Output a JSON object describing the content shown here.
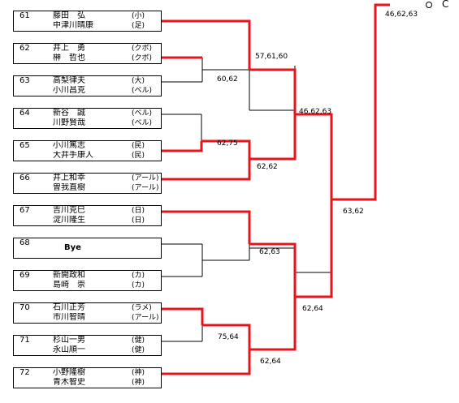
{
  "entries": [
    {
      "seed": "61",
      "p1": "藤田　弘",
      "t1": "(小)",
      "p2": "中津川晴康",
      "t2": "(足)"
    },
    {
      "seed": "62",
      "p1": "井上　勇",
      "t1": "(クボ)",
      "p2": "榊　哲也",
      "t2": "(クボ)"
    },
    {
      "seed": "63",
      "p1": "高梨律夫",
      "t1": "(大)",
      "p2": "小川昌克",
      "t2": "(ベル)"
    },
    {
      "seed": "64",
      "p1": "新谷　誠",
      "t1": "(ベル)",
      "p2": "川野賢哉",
      "t2": "(ベル)"
    },
    {
      "seed": "65",
      "p1": "小川篤志",
      "t1": "(民)",
      "p2": "大井手康人",
      "t2": "(民)"
    },
    {
      "seed": "66",
      "p1": "井上和幸",
      "t1": "(アール)",
      "p2": "曽我直樹",
      "t2": "(アール)"
    },
    {
      "seed": "67",
      "p1": "吉川克巳",
      "t1": "(日)",
      "p2": "淀川隆生",
      "t2": "(日)"
    },
    {
      "seed": "68",
      "bye": "Bye"
    },
    {
      "seed": "69",
      "p1": "新開政和",
      "t1": "(カ)",
      "p2": "島崎　崇",
      "t2": "(カ)"
    },
    {
      "seed": "70",
      "p1": "石川正芳",
      "t1": "(ラメ)",
      "p2": "市川智晴",
      "t2": "(アール)"
    },
    {
      "seed": "71",
      "p1": "杉山一男",
      "t1": "(健)",
      "p2": "永山順一",
      "t2": "(健)"
    },
    {
      "seed": "72",
      "p1": "小野隆樹",
      "t1": "(神)",
      "p2": "青木智史",
      "t2": "(神)"
    }
  ],
  "scores": {
    "s_final": "46,62,63",
    "s_61_63": "57,61,60",
    "s_62_63": "60,62",
    "s_top_half": "46,62,63",
    "s_64_65": "62,75",
    "s_64_66": "62,62",
    "s_semi_bottom": "63,62",
    "s_68_69": "62,63",
    "s_67_69": "62,64",
    "s_70_71": "75,64",
    "s_70_72": "62,64"
  },
  "final_marker": "C",
  "colors": {
    "winner_line": "#e8141b",
    "line": "#000000"
  }
}
